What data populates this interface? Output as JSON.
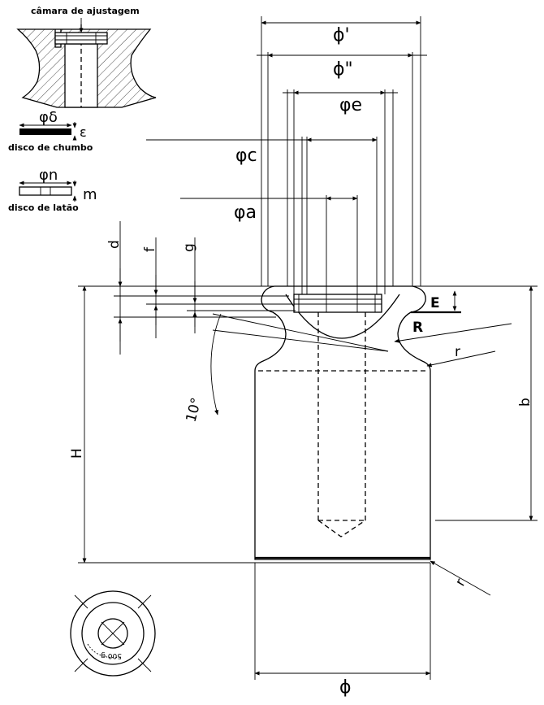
{
  "inset_top": {
    "caption": "câmara de ajustagem"
  },
  "inset_lead_disc": {
    "symbol": "φδ",
    "thickness_symbol": "ε",
    "caption": "disco de chumbo"
  },
  "inset_brass_disc": {
    "symbol": "φn",
    "thickness_symbol": "m",
    "caption": "disco de latão"
  },
  "dimensions": {
    "phi_prime": "ϕ'",
    "phi_double_prime": "ϕ\"",
    "phi_e": "φe",
    "phi_c": "φc",
    "phi_a": "φa",
    "d": "d",
    "f": "f",
    "g": "g",
    "E": "E",
    "R": "R",
    "r_upper": "r",
    "angle": "10°",
    "b": "b",
    "H": "H",
    "r_lower": "r",
    "phi_base": "ϕ"
  },
  "bottom_view": {
    "marking": "500 g"
  }
}
